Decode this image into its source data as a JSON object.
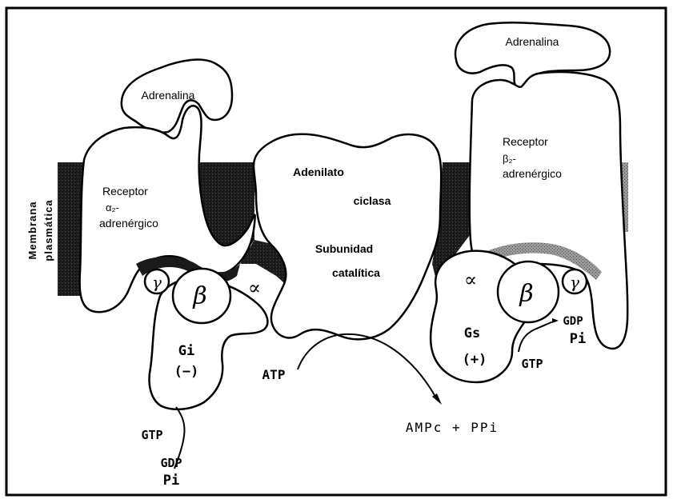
{
  "left_receptor": {
    "ligand": "Adrenalina",
    "name_line1": "Receptor",
    "name_line2": "α₂-",
    "name_line3": "adrenérgico"
  },
  "right_receptor": {
    "ligand": "Adrenalina",
    "name_line1": "Receptor",
    "name_line2": "β₂-",
    "name_line3": "adrenérgico"
  },
  "membrane": {
    "line1": "Membrana",
    "line2": "plasmática"
  },
  "enzyme": {
    "name_line1": "Adenilato",
    "name_line2": "ciclasa",
    "subunit_line1": "Subunidad",
    "subunit_line2": "catalítica"
  },
  "gi": {
    "gamma": "γ",
    "beta": "β",
    "alpha": "∝",
    "name": "Gi",
    "sign": "(−)",
    "gtp": "GTP",
    "gdp": "GDP",
    "pi": "Pi"
  },
  "gs": {
    "gamma": "γ",
    "beta": "β",
    "alpha": "∝",
    "name": "Gs",
    "sign": "(+)",
    "gtp": "GTP",
    "gdp": "GDP",
    "pi": "Pi"
  },
  "reaction": {
    "substrate": "ATP",
    "products": "AMPc + PPi"
  },
  "colors": {
    "ink": "#000000",
    "membrane_dark": "#1a1a1a",
    "membrane_grey": "#8a8a8a",
    "background": "#ffffff"
  }
}
